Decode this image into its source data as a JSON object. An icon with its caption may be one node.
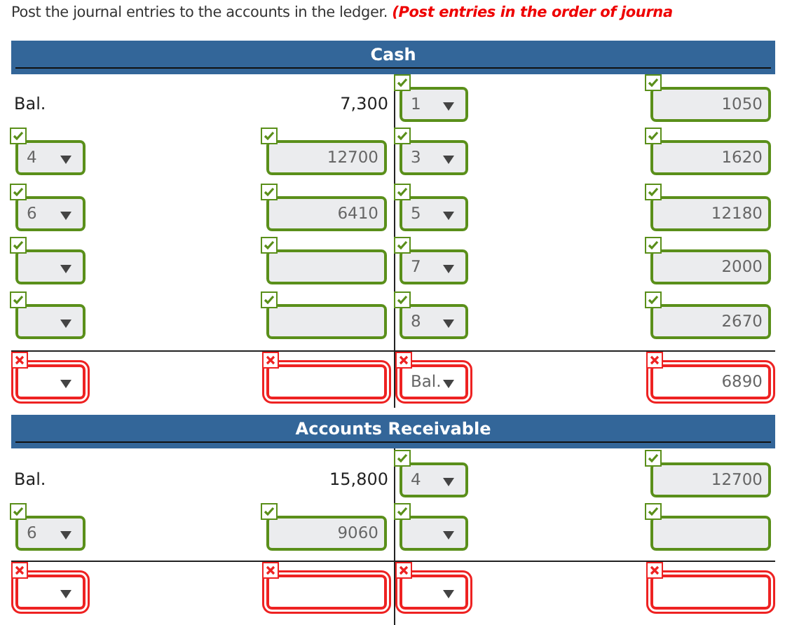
{
  "diagram": {
    "title": "Post the journal entries to the accounts in the ledger.",
    "nodes": [
      {
        "text": [
          "Cash"
        ]
      },
      {
        "text": [
          "Accounts Receivable"
        ]
      }
    ],
    "labels": [
      "(Post entries in the order of journa",
      "Bal.",
      "7,300",
      "1",
      "1050",
      "4",
      "12700",
      "3",
      "1620",
      "6",
      "6410",
      "5",
      "12180",
      "7",
      "2000",
      "8",
      "2670",
      "Bal.",
      "6890",
      "Bal.",
      "15,800",
      "4",
      "12700",
      "6",
      "9060"
    ]
  }
}
